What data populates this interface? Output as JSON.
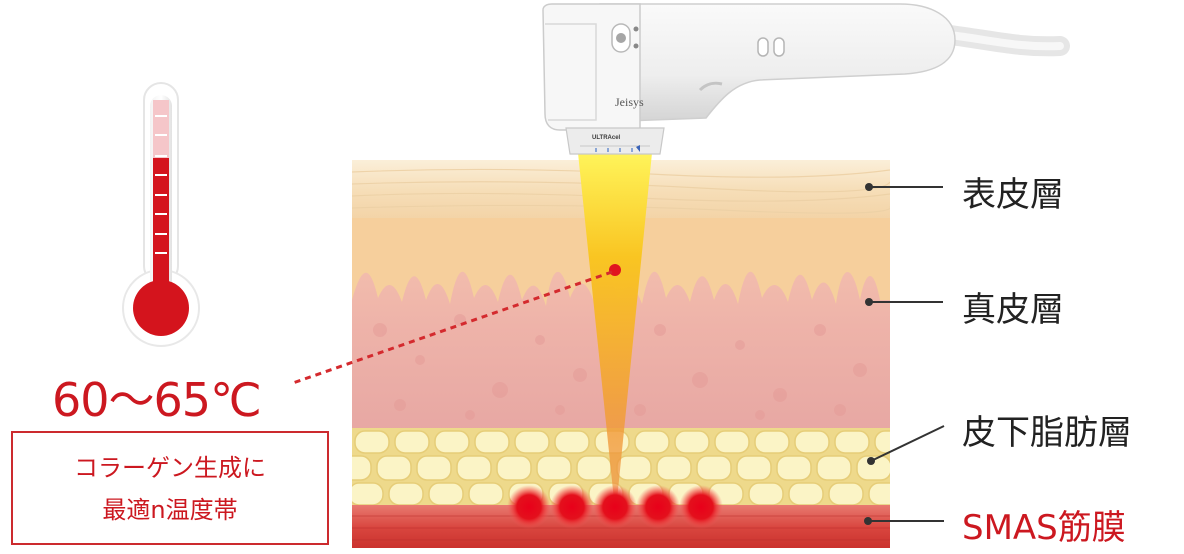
{
  "brand": "Jeisys",
  "probe_label": "ULTRAcel",
  "temperature": "60〜65℃",
  "box": {
    "line1": "コラーゲン生成に",
    "line2": "最適n温度帯"
  },
  "layers": {
    "epidermis": "表皮層",
    "dermis": "真皮層",
    "subcutaneous_fat": "皮下脂肪層",
    "smas": "SMAS筋膜"
  },
  "colors": {
    "accent_red": "#cc1820",
    "label_text": "#222222",
    "epidermis": "#f7e3c0",
    "dermis": "#eeb8ae",
    "fat": "#f3e9a6",
    "smas": "#df5650",
    "beam": "#f7c020"
  },
  "thermometer_level": 0.72
}
